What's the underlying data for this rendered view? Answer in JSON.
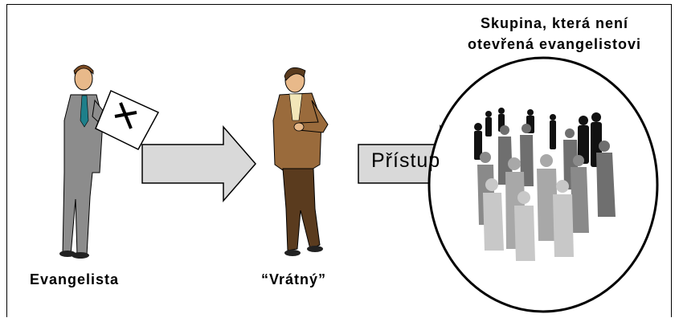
{
  "labels": {
    "evangelist": "Evangelista",
    "gatekeeper": "“Vrátný”",
    "group_line1": "Skupina, která není",
    "group_line2": "otevřená evangelistovi",
    "access": "Přístup"
  },
  "colors": {
    "arrow_fill": "#d9d9d9",
    "arrow_stroke": "#000000",
    "suit_grey": "#8c8c8c",
    "jacket_brown": "#9a6b3c",
    "trousers_brown": "#5a3b1e"
  }
}
